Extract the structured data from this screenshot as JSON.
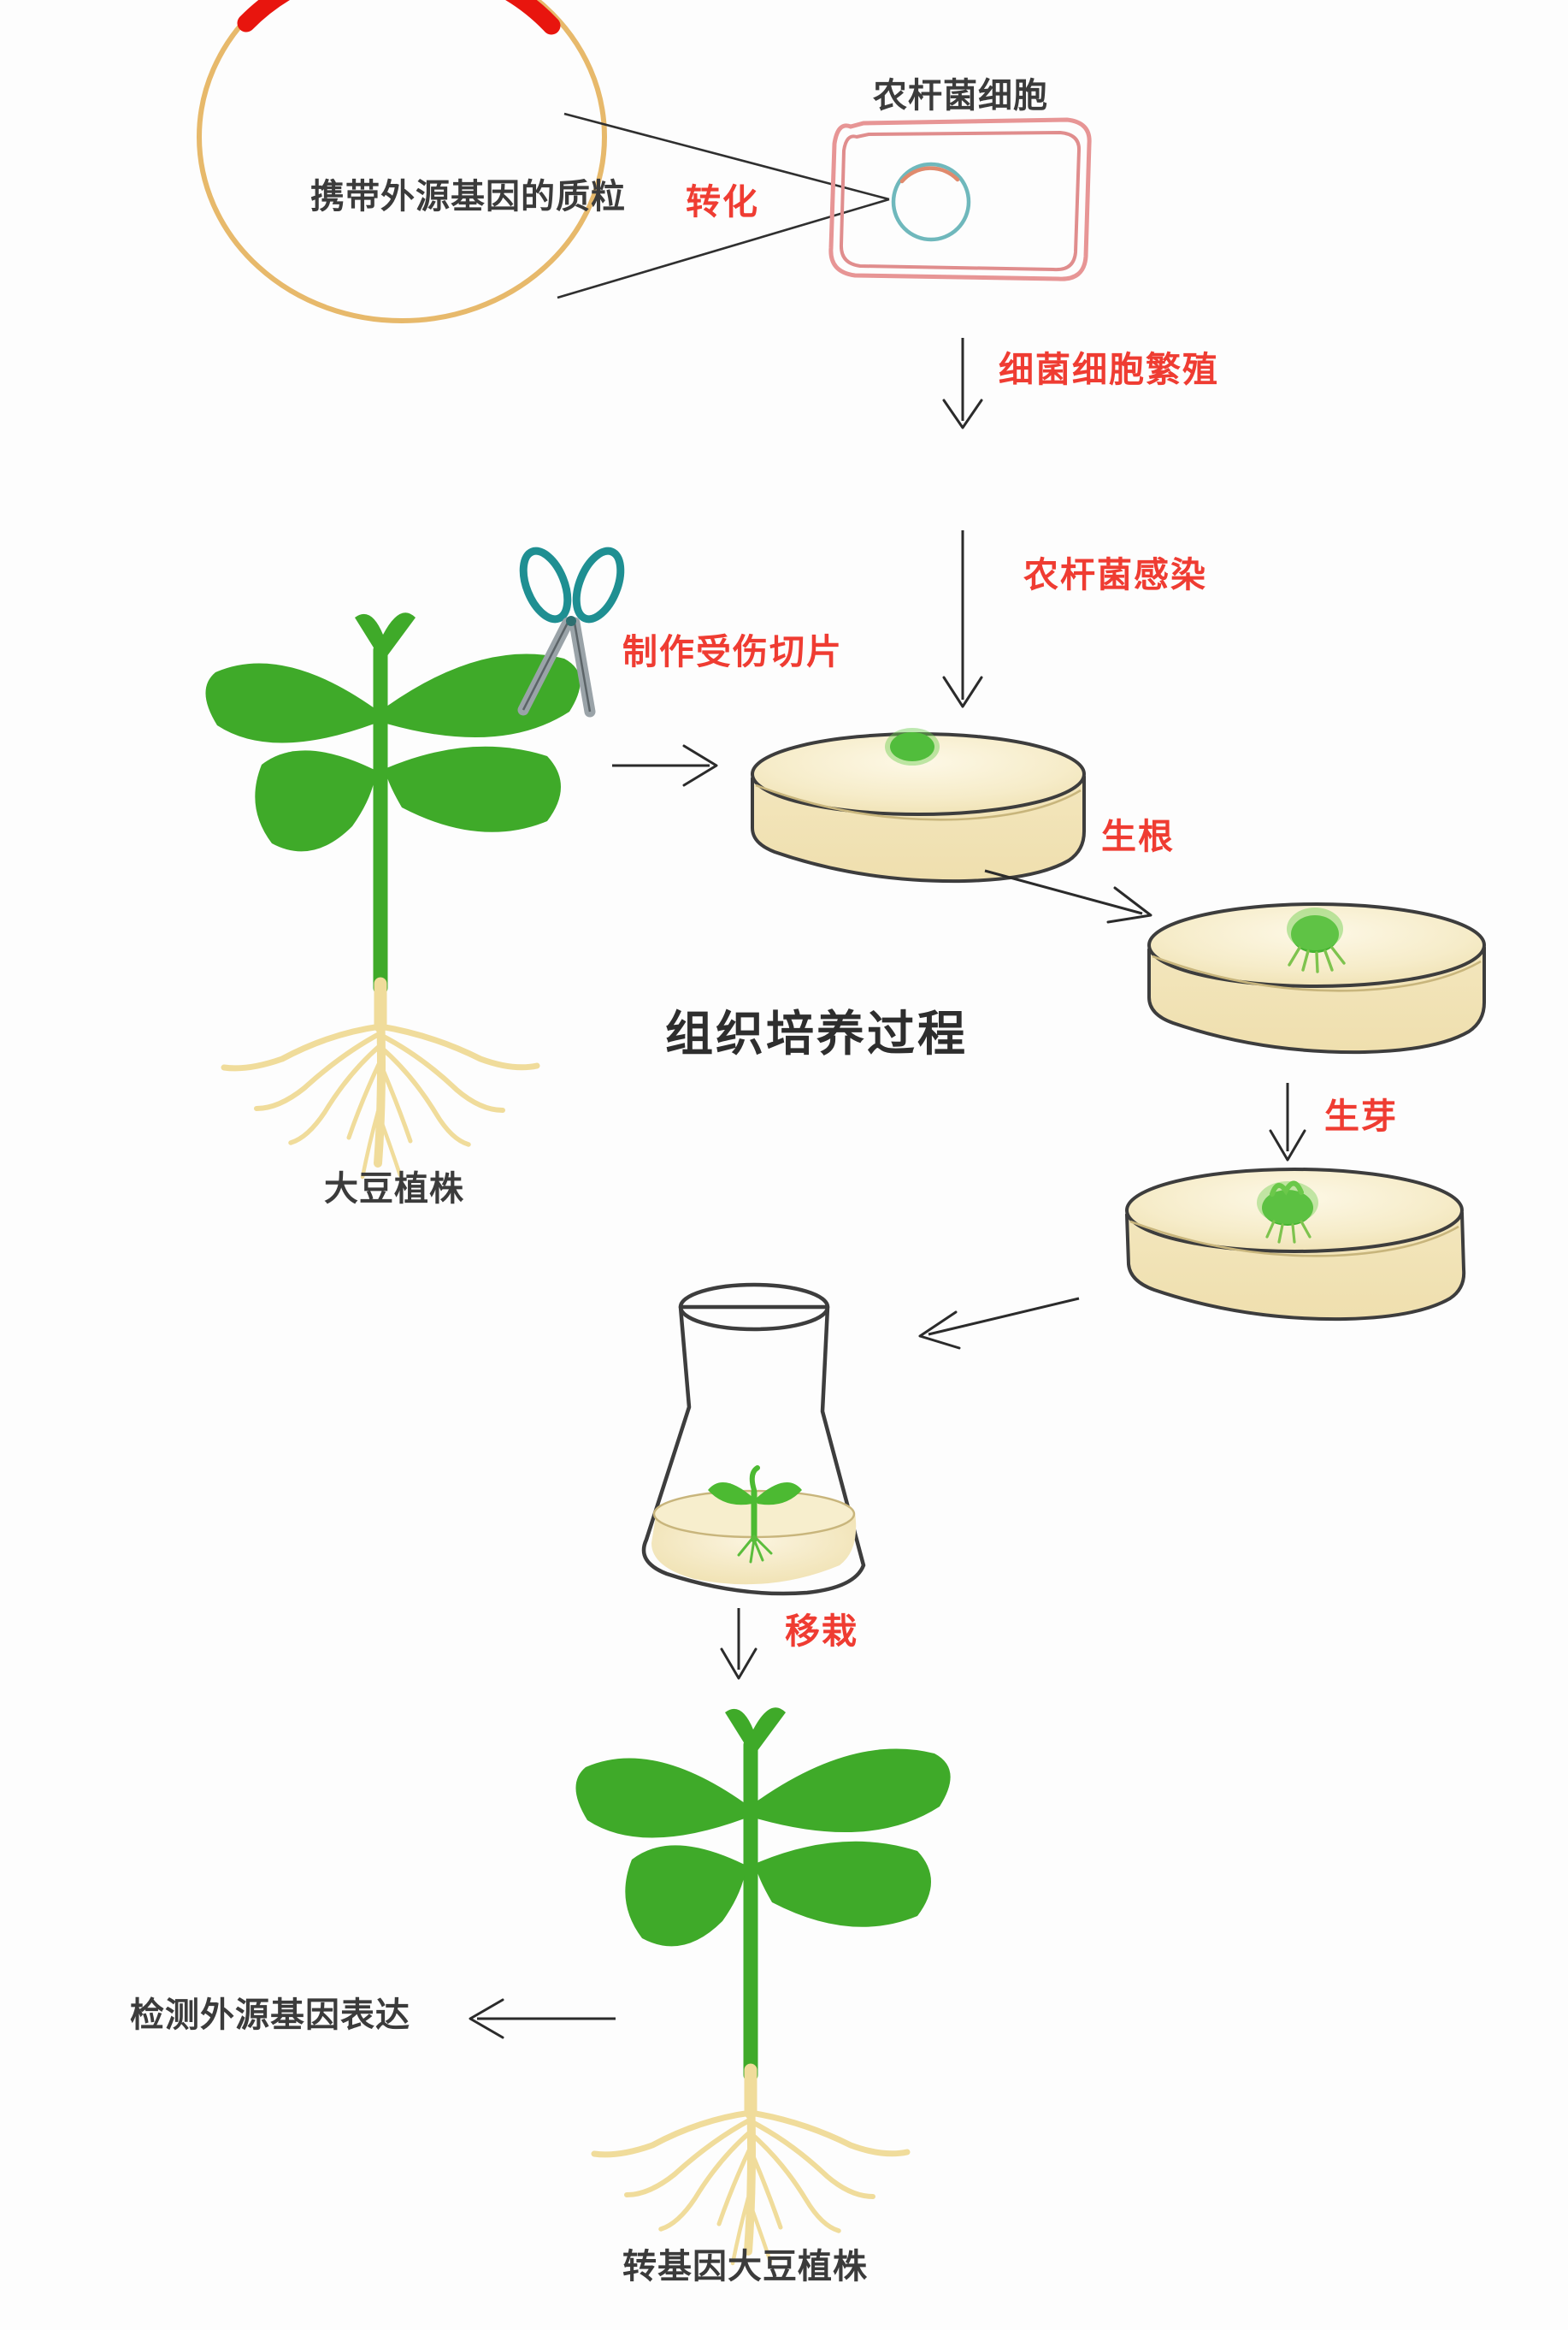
{
  "diagram": {
    "title_center": "组织培养过程",
    "labels": {
      "plasmid": "携带外源基因的质粒",
      "agrobacterium_cell": "农杆菌细胞",
      "transformation": "转化",
      "bacterial_proliferation": "细菌细胞繁殖",
      "agrobacterium_infection": "农杆菌感染",
      "make_wounded_explant": "制作受伤切片",
      "rooting": "生根",
      "shooting": "生芽",
      "transplanting": "移栽",
      "soybean_plant": "大豆植株",
      "transgenic_soybean_plant": "转基因大豆植株",
      "detect_foreign_gene_expression": "检测外源基因表达"
    },
    "colors": {
      "plasmid_backbone": "#e7b96b",
      "foreign_gene": "#e8150e",
      "bacterium_wall": "#ec9a9a",
      "bacterium_plasmid": "#6fb8bc",
      "leaf_green": "#3faa29",
      "root_tan": "#f0dc9b",
      "agar_cream": "#f4e9c2",
      "dish_outline": "#3d3d3d",
      "scissors_handle": "#1f8f92",
      "scissors_blade": "#9aa3a8",
      "arrow_black": "#2b2b2b",
      "red_text": "#ef3c32",
      "black_text": "#3b3b3b"
    },
    "steps": [
      {
        "id": "plasmid",
        "order": 1,
        "label": "携带外源基因的质粒"
      },
      {
        "id": "transformation",
        "order": 2,
        "label": "转化"
      },
      {
        "id": "agrobacterium_cell",
        "order": 3,
        "label": "农杆菌细胞"
      },
      {
        "id": "bacterial_proliferation",
        "order": 4,
        "label": "细菌细胞繁殖"
      },
      {
        "id": "agrobacterium_infection",
        "order": 5,
        "label": "农杆菌感染"
      },
      {
        "id": "make_wounded_explant",
        "order": 6,
        "label": "制作受伤切片"
      },
      {
        "id": "rooting",
        "order": 7,
        "label": "生根"
      },
      {
        "id": "shooting",
        "order": 8,
        "label": "生芽"
      },
      {
        "id": "transplanting",
        "order": 9,
        "label": "移栽"
      },
      {
        "id": "detect_expression",
        "order": 10,
        "label": "检测外源基因表达"
      }
    ]
  }
}
